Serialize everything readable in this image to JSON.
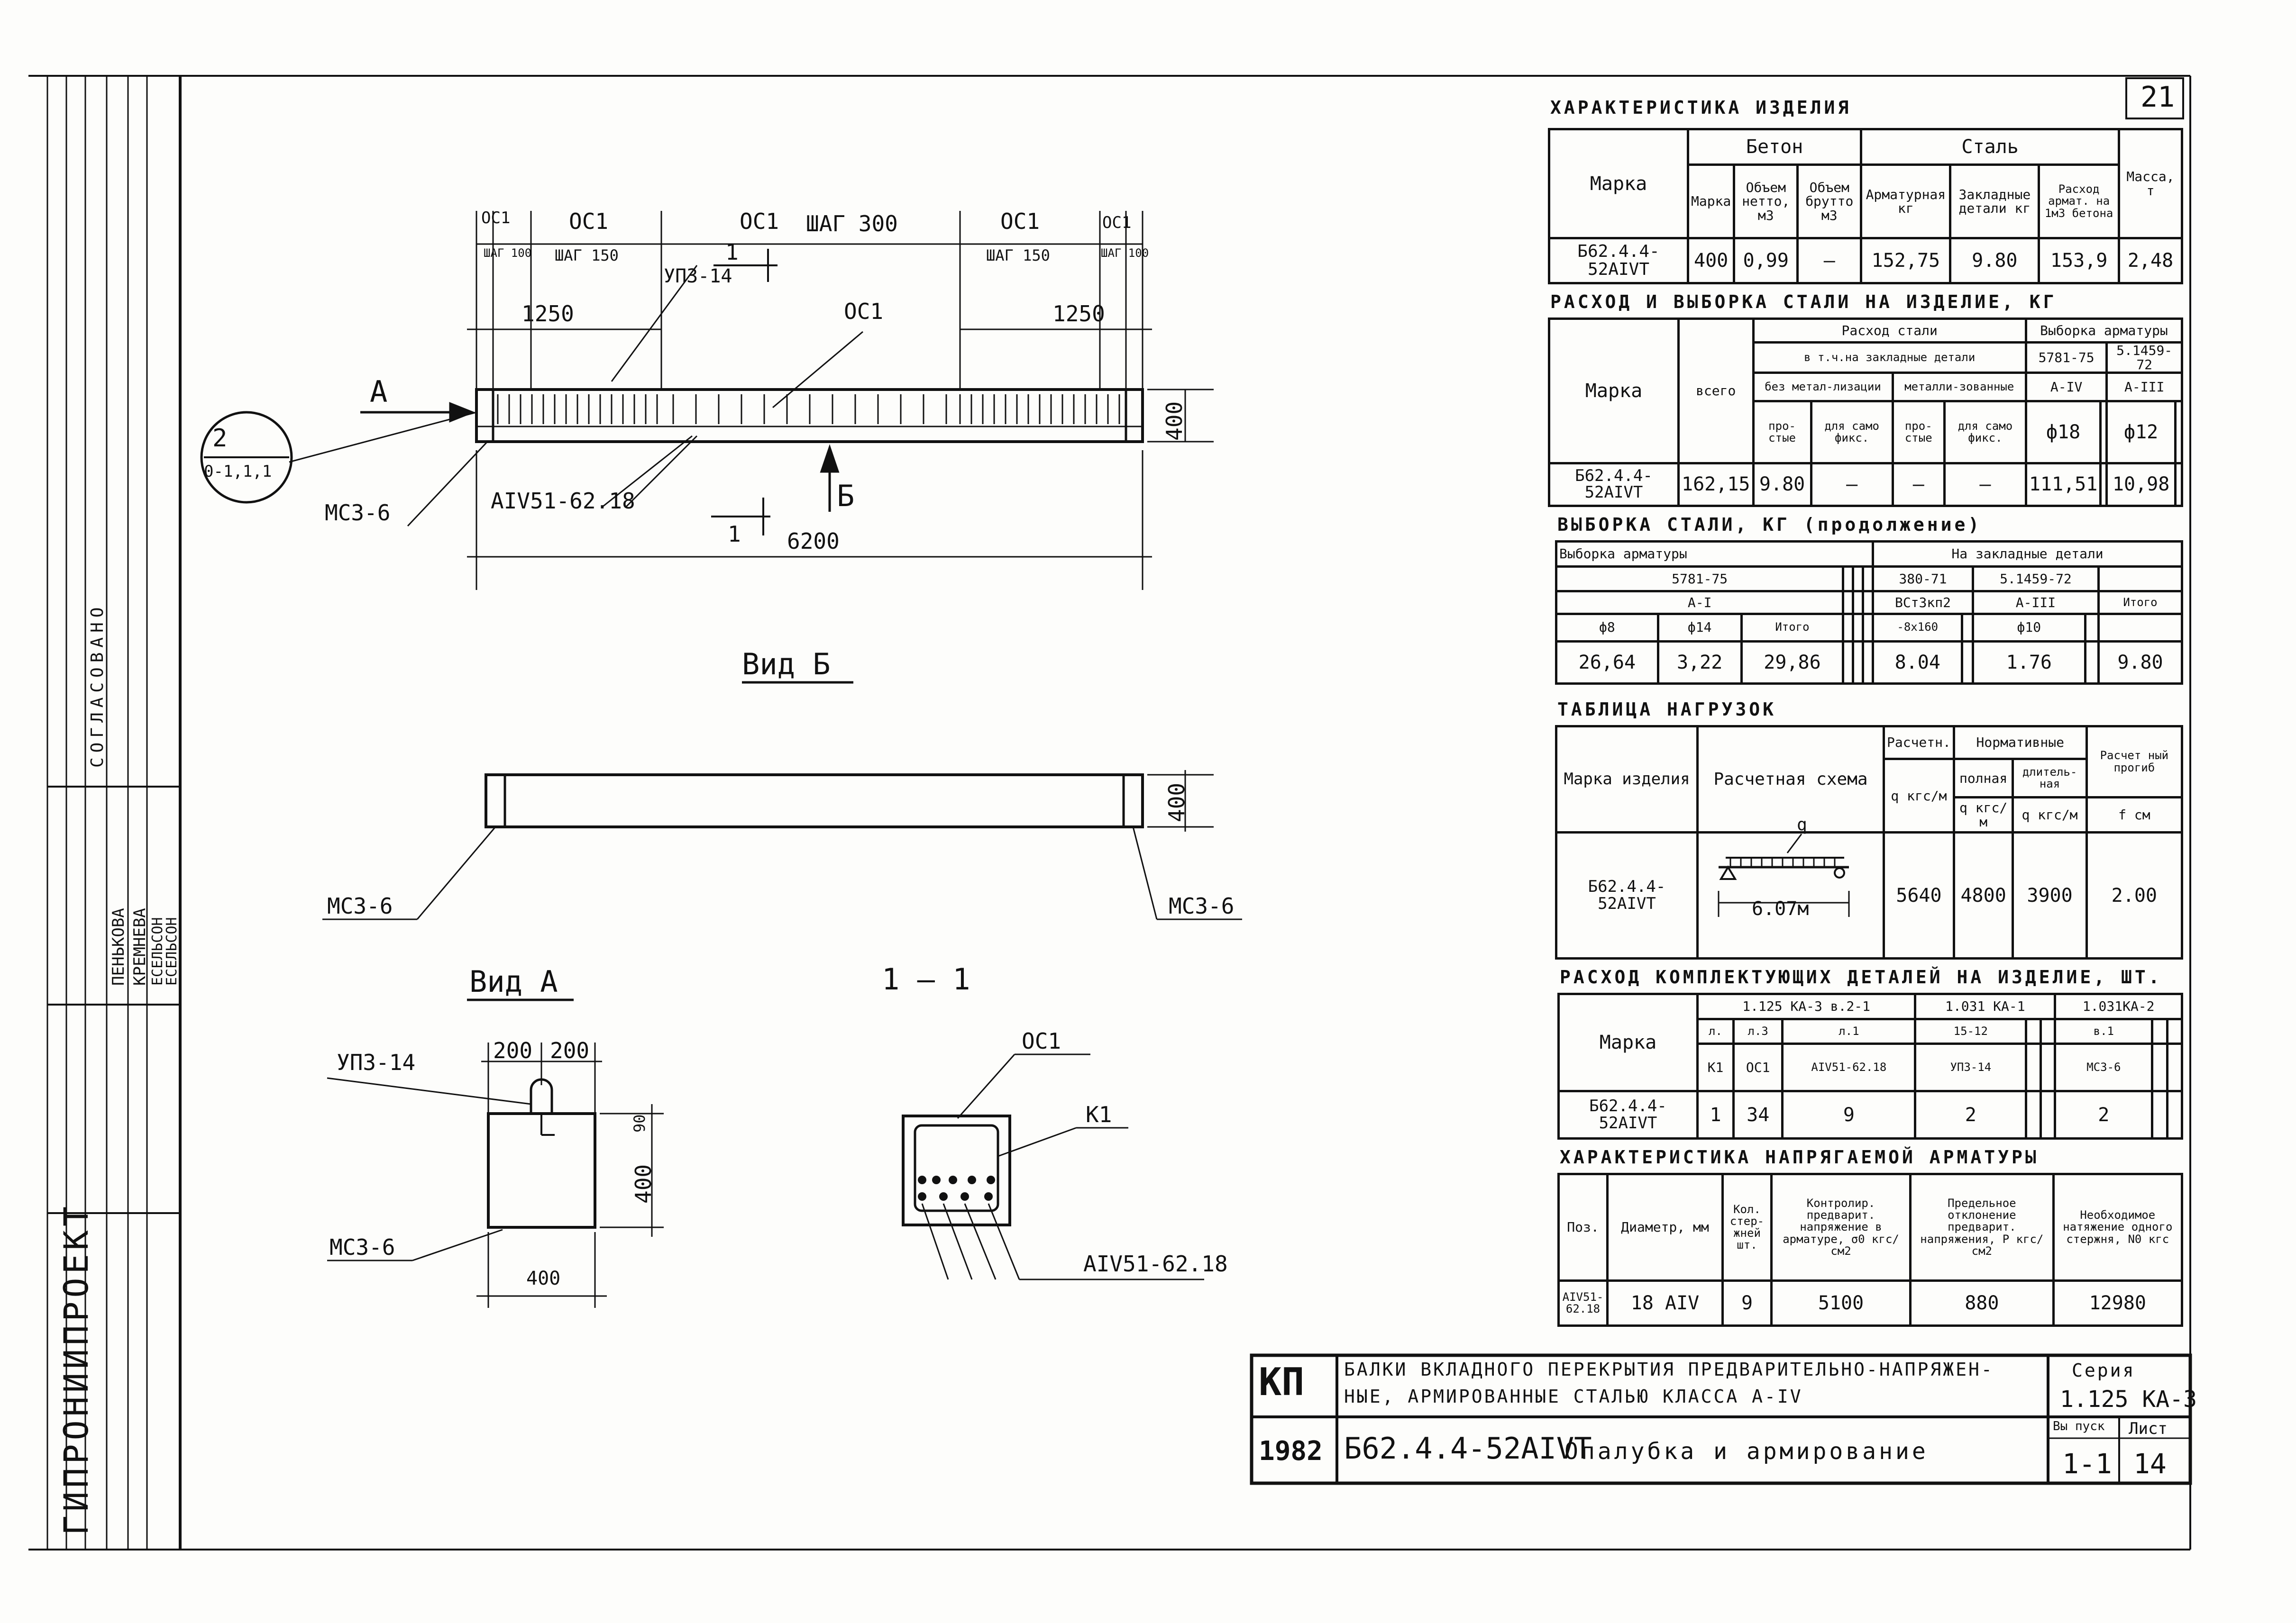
{
  "sheet_number": "21",
  "left_stamp": {
    "org": "ГИПРОНИИПРОЕКТ",
    "agreed": "СОГЛАСОВАНО",
    "names": [
      "ПЕНЬКОВА",
      "КРЕМНЕВА",
      "ЕСЕЛЬСОН",
      "ЕСЕЛЬСОН"
    ]
  },
  "callout": {
    "top": "2",
    "bottom": "0-1,1,1"
  },
  "main_view": {
    "oc1_1": "ОС1",
    "step_100a": "ШАГ 100",
    "oc1_2": "ОС1",
    "step_150a": "ШАГ 150",
    "oc1_3": "ОС1",
    "step_300": "ШАГ 300",
    "oc1_4": "ОС1",
    "step_150b": "ШАГ 150",
    "oc1_5": "ОС1",
    "step_100b": "ШАГ 100",
    "up": "УП3-14",
    "oc1_label": "ОС1",
    "section_mark": "1",
    "dim_1250_left": "1250",
    "dim_1250_right": "1250",
    "height": "400",
    "arrow_a": "А",
    "arrow_b": "Б",
    "mc": "МС3-6",
    "rebar": "АIV51-62.18",
    "section_mark_bottom": "1",
    "length": "6200"
  },
  "view_b": {
    "title": "Вид Б",
    "height": "400",
    "mc_left": "МС3-6",
    "mc_right": "МС3-6"
  },
  "view_a": {
    "title": "Вид А",
    "up": "УП3-14",
    "w1": "200",
    "w2": "200",
    "h": "400",
    "h_small": "90",
    "mc": "МС3-6",
    "width": "400"
  },
  "section_11": {
    "title": "1 — 1",
    "oc1": "ОС1",
    "k1": "К1",
    "rebar": "АIV51-62.18"
  },
  "char_table": {
    "title": "ХАРАКТЕРИСТИКА ИЗДЕЛИЯ",
    "h_mark": "Марка",
    "h_concrete": "Бетон",
    "h_steel": "Сталь",
    "h_grade": "Марка",
    "h_vol_net": "Объем нетто, м3",
    "h_vol_gross": "Объем брутто м3",
    "h_rebar": "Арматурная кг",
    "h_embed": "Закладные детали кг",
    "h_rate": "Расход армат. на 1м3 бетона",
    "h_mass": "Масса, т",
    "row": [
      "Б62.4.4-52АIVТ",
      "400",
      "0,99",
      "—",
      "152,75",
      "9.80",
      "153,9",
      "2,48"
    ]
  },
  "steel_table": {
    "title": "РАСХОД И ВЫБОРКА СТАЛИ НА ИЗДЕЛИЕ, КГ",
    "h_mark": "Марка",
    "h_total": "всего",
    "h_consumption": "Расход стали",
    "h_incl": "в т.ч.на закладные детали",
    "h_selection": "Выборка арматуры",
    "h_gost1": "5781-75",
    "h_gost2": "5.1459-72",
    "h_nonmetal": "без метал-лизации",
    "h_metal": "металли-зованные",
    "h_aiv": "А-IV",
    "h_aiii": "А-III",
    "h_simple1": "про-стые",
    "h_self1": "для само фикс.",
    "h_simple2": "про-стые",
    "h_self2": "для само фикс.",
    "h_d18": "ф18",
    "h_d12": "ф12",
    "row": [
      "Б62.4.4-52АIVТ",
      "162,15",
      "9.80",
      "—",
      "—",
      "—",
      "111,51",
      "",
      "10,98",
      ""
    ]
  },
  "steel_cont": {
    "title": "ВЫБОРКА СТАЛИ, КГ (продолжение)",
    "h_selection": "Выборка арматуры",
    "h_embed": "На закладные детали",
    "h_gost1": "5781-75",
    "h_gost_a": "380-71",
    "h_gost_b": "5.1459-72",
    "h_ai": "А-I",
    "h_st": "ВСт3кп2",
    "h_aiii": "А-III",
    "h_total": "Итого",
    "h_d8": "ф8",
    "h_d14": "ф14",
    "h_sub": "Итого",
    "h_plate": "-8х160",
    "h_d10": "ф10",
    "row": [
      "26,64",
      "3,22",
      "29,86",
      "8.04",
      "1.76",
      "9.80"
    ]
  },
  "load_table": {
    "title": "ТАБЛИЦА НАГРУЗОК",
    "h_mark": "Марка изделия",
    "h_scheme": "Расчетная схема",
    "h_calc": "Расчетн.",
    "h_norm": "Нормативные",
    "h_full": "полная",
    "h_long": "длитель-ная",
    "h_defl": "Расчет ный прогиб",
    "u_q": "q кгс/м",
    "u_qf": "q кгс/м",
    "u_ql": "q кгс/м",
    "u_f": "f см",
    "span": "6.07м",
    "q_sym": "q",
    "row": [
      "Б62.4.4-52АIVТ",
      "5640",
      "4800",
      "3900",
      "2.00"
    ]
  },
  "parts_table": {
    "title": "РАСХОД КОМПЛЕКТУЮЩИХ ДЕТАЛЕЙ НА ИЗДЕЛИЕ, ШТ.",
    "h_mark": "Марка",
    "h_s1": "1.125 КА-3 в.2-1",
    "h_s2": "1.031 КА-1",
    "h_s3": "1.031КА-2",
    "h_l1": "л.",
    "h_l2": "л.3",
    "h_l3": "л.1",
    "h_l4": "15-12",
    "h_l5": "в.1",
    "h_k1": "К1",
    "h_oc1": "ОС1",
    "h_rebar": "АIV51-62.18",
    "h_up": "УП3-14",
    "h_mc": "МС3-6",
    "row": [
      "Б62.4.4-52АIVТ",
      "1",
      "34",
      "9",
      "2",
      "2"
    ]
  },
  "prestress_table": {
    "title": "ХАРАКТЕРИСТИКА НАПРЯГАЕМОЙ АРМАТУРЫ",
    "h_pos": "Поз.",
    "h_diam": "Диаметр, мм",
    "h_count": "Кол. стер-жней шт.",
    "h_control": "Контролир. предварит. напряжение в арматуре, σ0 кгс/см2",
    "h_dev": "Предельное отклонение предварит. напряжения, P кгс/см2",
    "h_force": "Необходимое натяжение одного стержня, N0 кгс",
    "row": [
      "АIV51-62.18",
      "18 АIV",
      "9",
      "5100",
      "880",
      "12980"
    ]
  },
  "title_block": {
    "kp": "КП",
    "title1": "БАЛКИ ВКЛАДНОГО ПЕРЕКРЫТИЯ ПРЕДВАРИТЕЛЬНО-НАПРЯЖЕН-",
    "title2": "НЫЕ, АРМИРОВАННЫЕ СТАЛЬЮ КЛАССА А-IV",
    "series_label": "Серия",
    "series": "1.125 КА-3",
    "year": "1982",
    "mark": "Б62.4.4-52АIVТ",
    "desc": "Опалубка и армирование",
    "issue_label": "Вы пуск",
    "sheet_label": "Лист",
    "issue": "1-1",
    "sheet": "14"
  }
}
